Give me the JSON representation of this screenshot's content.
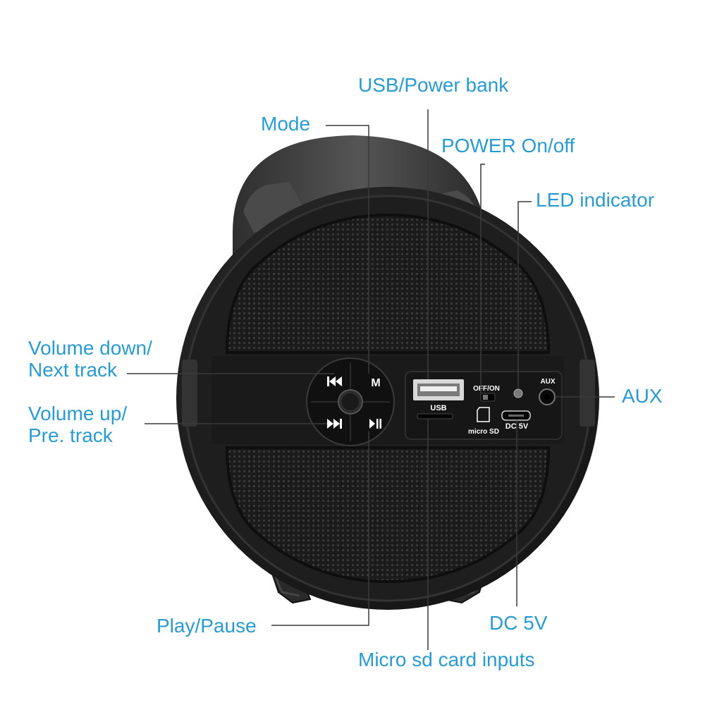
{
  "callouts": {
    "usb_power_bank": "USB/Power bank",
    "mode": "Mode",
    "power_onoff": "POWER On/off",
    "led_indicator": "LED indicator",
    "volume_down_line1": "Volume down/",
    "volume_down_line2": "Next track",
    "aux": "AUX",
    "volume_up_line1": "Volume up/",
    "volume_up_line2": "Pre. track",
    "play_pause": "Play/Pause",
    "dc_5v": "DC 5V",
    "micro_sd_inputs": "Micro sd card inputs"
  },
  "device_labels": {
    "mode_button": "M",
    "usb": "USB",
    "off_on": "OFF/ON",
    "aux": "AUX",
    "micro_sd": "micro SD",
    "dc_5v": "DC 5V"
  },
  "colors": {
    "callout_text": "#2a9ad2",
    "leader_line": "#3a3a3a",
    "speaker_body": "#1e1e1e",
    "grille": "#2b2b2b",
    "device_text": "#ffffff"
  },
  "icons": [
    "previous-track-icon",
    "next-track-icon",
    "play-pause-icon"
  ]
}
